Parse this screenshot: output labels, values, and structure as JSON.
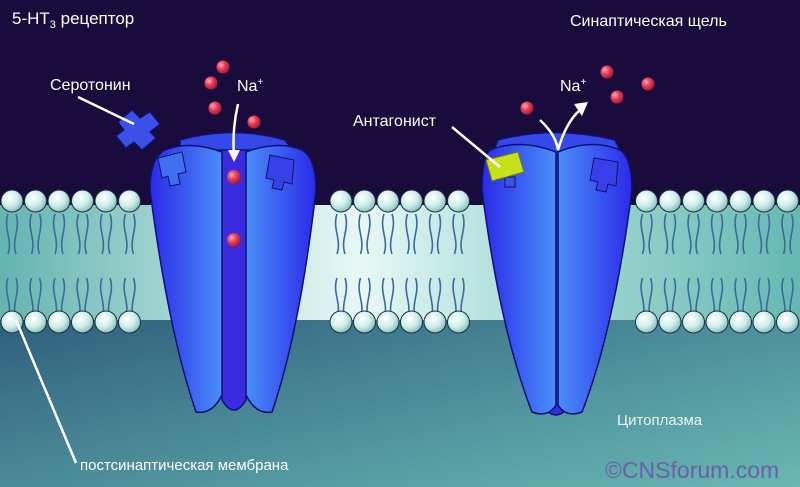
{
  "diagram": {
    "title_prefix": "5-HT",
    "title_sub": "3",
    "title_suffix": " рецептор",
    "synaptic_cleft_label": "Синаптическая щель",
    "serotonin_label": "Серотонин",
    "sodium_label_left": "Na",
    "sodium_label_right": "Na",
    "sodium_charge": "+",
    "antagonist_label": "Антагонист",
    "membrane_label": "постсинаптическая мембрана",
    "cytoplasm_label": "Цитоплазма",
    "copyright": "©CNSforum.com"
  },
  "colors": {
    "background_top": "#1a0b3d",
    "cytoplasm": "#5aa8a8",
    "receptor_blue": "#3a4cf0",
    "receptor_light": "#4d8cf5",
    "sodium_ion": "#e83a55",
    "antagonist": "#c6e01a",
    "lipid_head": "#d8f4f0"
  },
  "receptors": [
    {
      "name": "open-receptor",
      "state": "bound by serotonin, channel open, Na+ flowing in"
    },
    {
      "name": "blocked-receptor",
      "state": "bound by antagonist, channel closed"
    }
  ]
}
